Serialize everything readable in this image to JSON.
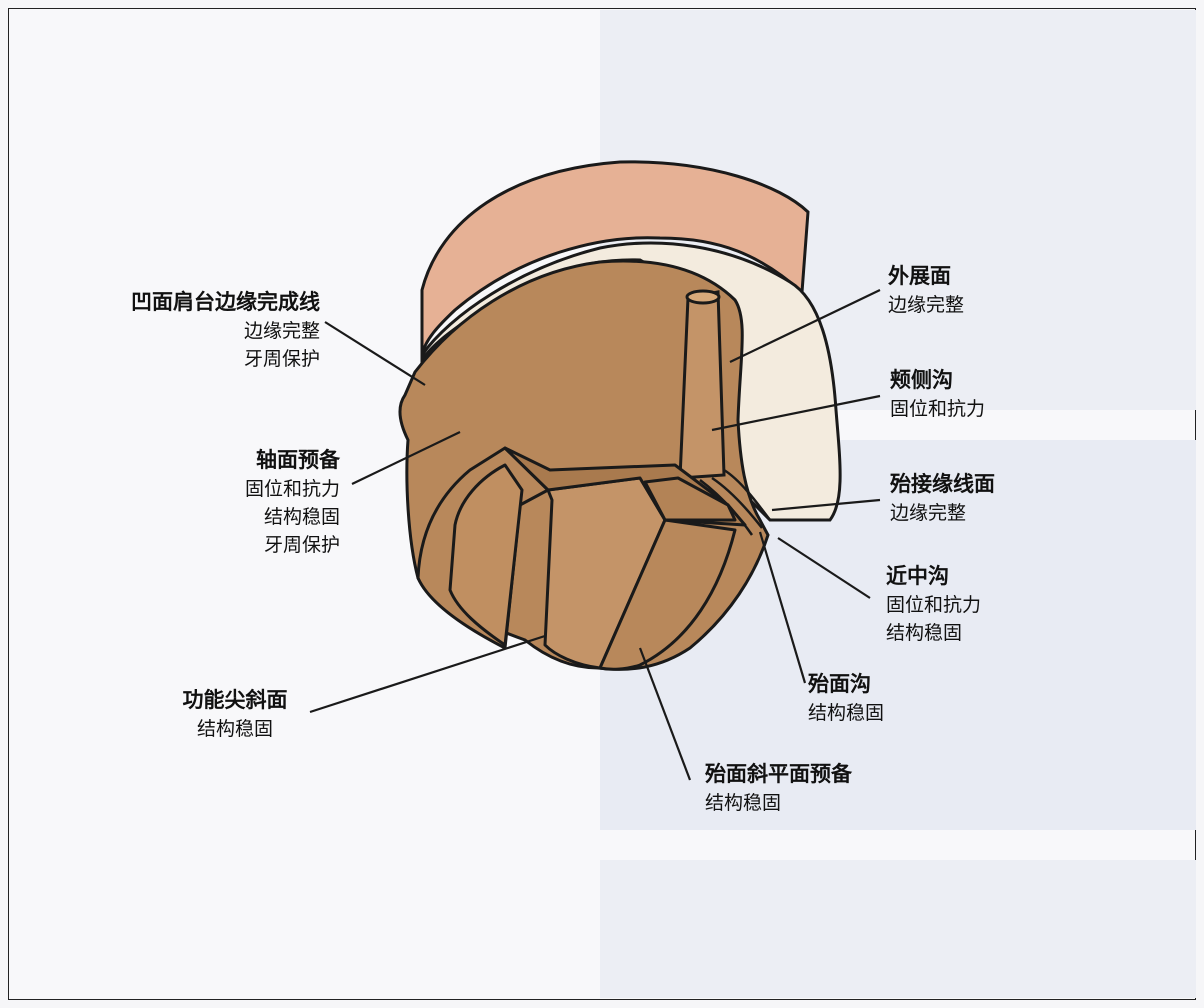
{
  "labels": {
    "concave_shoulder": {
      "title": "凹面肩台边缘完成线",
      "lines": [
        "边缘完整",
        "牙周保护"
      ]
    },
    "axial": {
      "title": "轴面预备",
      "lines": [
        "固位和抗力",
        "结构稳固",
        "牙周保护"
      ]
    },
    "functional_cusp": {
      "title": "功能尖斜面",
      "lines": [
        "结构稳固"
      ]
    },
    "flare": {
      "title": "外展面",
      "lines": [
        "边缘完整"
      ]
    },
    "buccal_groove": {
      "title": "颊侧沟",
      "lines": [
        "固位和抗力"
      ]
    },
    "occlusal_margin": {
      "title": "殆接缘线面",
      "lines": [
        "边缘完整"
      ]
    },
    "mesial_groove": {
      "title": "近中沟",
      "lines": [
        "固位和抗力",
        "结构稳固"
      ]
    },
    "occlusal_groove": {
      "title": "殆面沟",
      "lines": [
        "结构稳固"
      ]
    },
    "occlusal_bevel": {
      "title": "殆面斜平面预备",
      "lines": [
        "结构稳固"
      ]
    }
  },
  "colors": {
    "tooth_prep": "#b8885b",
    "gingiva": "#e6b195",
    "enamel": "#f3ebde",
    "outline": "#1a1a1a"
  }
}
